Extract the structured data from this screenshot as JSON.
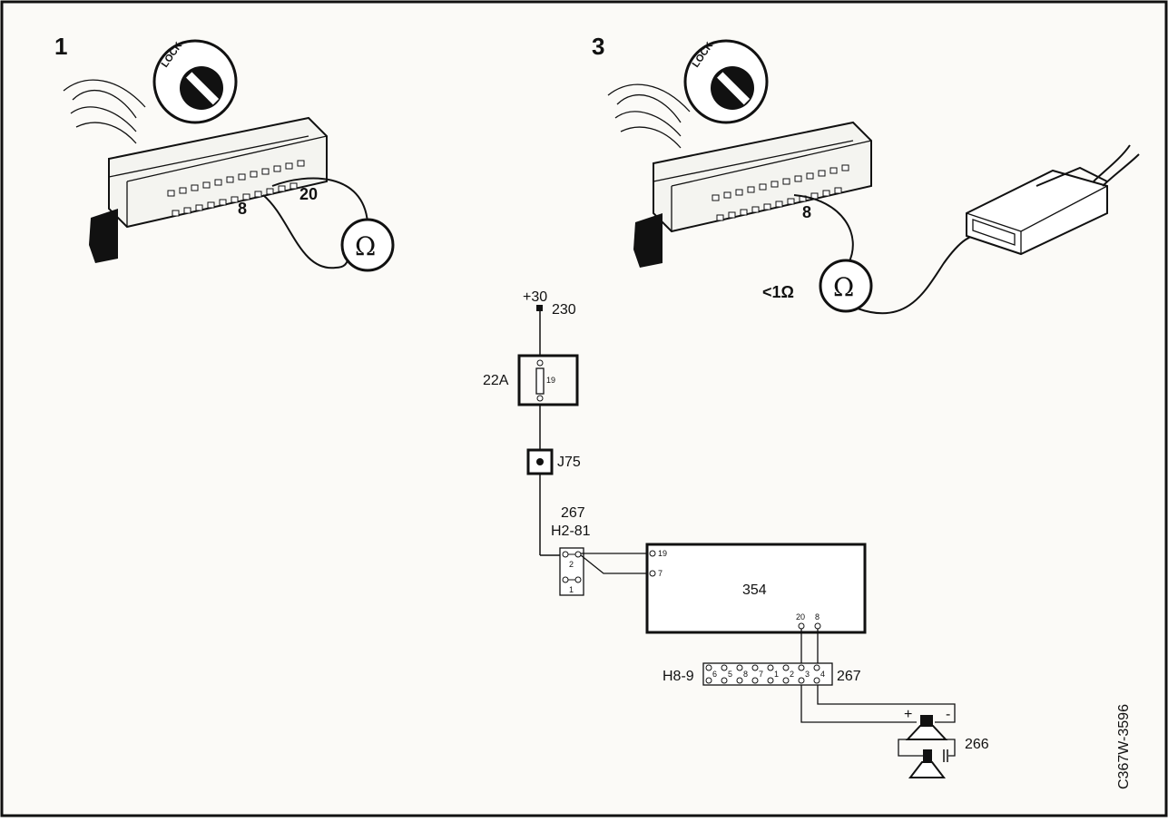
{
  "panels": {
    "panel1": {
      "number": "1",
      "lock_label": "LOCK",
      "pin_a": "20",
      "pin_b": "8",
      "meter_symbol": "Ω"
    },
    "panel3": {
      "number": "3",
      "lock_label": "LOCK",
      "pin": "8",
      "meter_symbol": "Ω",
      "reading": "<1Ω"
    }
  },
  "schematic": {
    "supply_terminal": "+30",
    "supply_wire": "230",
    "fuse_box": "22A",
    "fuse_number": "19",
    "junction": "J75",
    "connector_top_code": "267",
    "connector_top_name": "H2-81",
    "connector_top_pin_2": "2",
    "connector_top_pin_1": "1",
    "unit_name": "354",
    "unit_pin_19": "19",
    "unit_pin_7": "7",
    "unit_pin_20": "20",
    "unit_pin_8": "8",
    "connector_bottom_name": "H8-9",
    "connector_bottom_code": "267",
    "connector_bottom_pins": [
      "6",
      "5",
      "8",
      "7",
      "1",
      "2",
      "3",
      "4"
    ],
    "speaker_code": "266",
    "speaker_plus": "+",
    "speaker_minus": "-"
  },
  "figure_code": "C367W-3596"
}
